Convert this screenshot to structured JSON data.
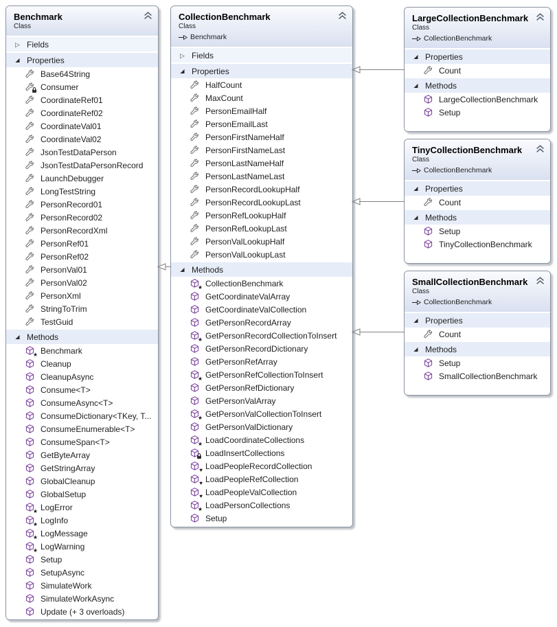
{
  "classes": [
    {
      "title": "Benchmark",
      "kind": "Class",
      "base": null,
      "sections": [
        {
          "label": "Fields",
          "collapsed": true,
          "items": []
        },
        {
          "label": "Properties",
          "collapsed": false,
          "items": [
            {
              "name": "Base64String",
              "icon": "property"
            },
            {
              "name": "Consumer",
              "icon": "property",
              "adornment": "lock"
            },
            {
              "name": "CoordinateRef01",
              "icon": "property"
            },
            {
              "name": "CoordinateRef02",
              "icon": "property"
            },
            {
              "name": "CoordinateVal01",
              "icon": "property"
            },
            {
              "name": "CoordinateVal02",
              "icon": "property"
            },
            {
              "name": "JsonTestDataPerson",
              "icon": "property"
            },
            {
              "name": "JsonTestDataPersonRecord",
              "icon": "property"
            },
            {
              "name": "LaunchDebugger",
              "icon": "property"
            },
            {
              "name": "LongTestString",
              "icon": "property"
            },
            {
              "name": "PersonRecord01",
              "icon": "property"
            },
            {
              "name": "PersonRecord02",
              "icon": "property"
            },
            {
              "name": "PersonRecordXml",
              "icon": "property"
            },
            {
              "name": "PersonRef01",
              "icon": "property"
            },
            {
              "name": "PersonRef02",
              "icon": "property"
            },
            {
              "name": "PersonVal01",
              "icon": "property"
            },
            {
              "name": "PersonVal02",
              "icon": "property"
            },
            {
              "name": "PersonXml",
              "icon": "property"
            },
            {
              "name": "StringToTrim",
              "icon": "property"
            },
            {
              "name": "TestGuid",
              "icon": "property"
            }
          ]
        },
        {
          "label": "Methods",
          "collapsed": false,
          "items": [
            {
              "name": "Benchmark",
              "icon": "method",
              "adornment": "star"
            },
            {
              "name": "Cleanup",
              "icon": "method"
            },
            {
              "name": "CleanupAsync",
              "icon": "method"
            },
            {
              "name": "Consume<T>",
              "icon": "method"
            },
            {
              "name": "ConsumeAsync<T>",
              "icon": "method"
            },
            {
              "name": "ConsumeDictionary<TKey, T...",
              "icon": "method"
            },
            {
              "name": "ConsumeEnumerable<T>",
              "icon": "method"
            },
            {
              "name": "ConsumeSpan<T>",
              "icon": "method"
            },
            {
              "name": "GetByteArray",
              "icon": "method"
            },
            {
              "name": "GetStringArray",
              "icon": "method"
            },
            {
              "name": "GlobalCleanup",
              "icon": "method"
            },
            {
              "name": "GlobalSetup",
              "icon": "method"
            },
            {
              "name": "LogError",
              "icon": "method",
              "adornment": "star"
            },
            {
              "name": "LogInfo",
              "icon": "method",
              "adornment": "star"
            },
            {
              "name": "LogMessage",
              "icon": "method",
              "adornment": "star"
            },
            {
              "name": "LogWarning",
              "icon": "method",
              "adornment": "star"
            },
            {
              "name": "Setup",
              "icon": "method"
            },
            {
              "name": "SetupAsync",
              "icon": "method"
            },
            {
              "name": "SimulateWork",
              "icon": "method"
            },
            {
              "name": "SimulateWorkAsync",
              "icon": "method"
            },
            {
              "name": "Update (+ 3 overloads)",
              "icon": "method"
            }
          ]
        }
      ]
    },
    {
      "title": "CollectionBenchmark",
      "kind": "Class",
      "base": "Benchmark",
      "sections": [
        {
          "label": "Fields",
          "collapsed": true,
          "items": []
        },
        {
          "label": "Properties",
          "collapsed": false,
          "items": [
            {
              "name": "HalfCount",
              "icon": "property"
            },
            {
              "name": "MaxCount",
              "icon": "property"
            },
            {
              "name": "PersonEmailHalf",
              "icon": "property"
            },
            {
              "name": "PersonEmailLast",
              "icon": "property"
            },
            {
              "name": "PersonFirstNameHalf",
              "icon": "property"
            },
            {
              "name": "PersonFirstNameLast",
              "icon": "property"
            },
            {
              "name": "PersonLastNameHalf",
              "icon": "property"
            },
            {
              "name": "PersonLastNameLast",
              "icon": "property"
            },
            {
              "name": "PersonRecordLookupHalf",
              "icon": "property"
            },
            {
              "name": "PersonRecordLookupLast",
              "icon": "property"
            },
            {
              "name": "PersonRefLookupHalf",
              "icon": "property"
            },
            {
              "name": "PersonRefLookupLast",
              "icon": "property"
            },
            {
              "name": "PersonValLookupHalf",
              "icon": "property"
            },
            {
              "name": "PersonValLookupLast",
              "icon": "property"
            }
          ]
        },
        {
          "label": "Methods",
          "collapsed": false,
          "items": [
            {
              "name": "CollectionBenchmark",
              "icon": "method",
              "adornment": "star"
            },
            {
              "name": "GetCoordinateValArray",
              "icon": "method"
            },
            {
              "name": "GetCoordinateValCollection",
              "icon": "method"
            },
            {
              "name": "GetPersonRecordArray",
              "icon": "method"
            },
            {
              "name": "GetPersonRecordCollectionToInsert",
              "icon": "method",
              "adornment": "star"
            },
            {
              "name": "GetPersonRecordDictionary",
              "icon": "method"
            },
            {
              "name": "GetPersonRefArray",
              "icon": "method"
            },
            {
              "name": "GetPersonRefCollectionToInsert",
              "icon": "method",
              "adornment": "star"
            },
            {
              "name": "GetPersonRefDictionary",
              "icon": "method"
            },
            {
              "name": "GetPersonValArray",
              "icon": "method"
            },
            {
              "name": "GetPersonValCollectionToInsert",
              "icon": "method",
              "adornment": "star"
            },
            {
              "name": "GetPersonValDictionary",
              "icon": "method"
            },
            {
              "name": "LoadCoordinateCollections",
              "icon": "method",
              "adornment": "star"
            },
            {
              "name": "LoadInsertCollections",
              "icon": "method",
              "adornment": "lock"
            },
            {
              "name": "LoadPeopleRecordCollection",
              "icon": "method",
              "adornment": "heart"
            },
            {
              "name": "LoadPeopleRefCollection",
              "icon": "method",
              "adornment": "heart"
            },
            {
              "name": "LoadPeopleValCollection",
              "icon": "method",
              "adornment": "heart"
            },
            {
              "name": "LoadPersonCollections",
              "icon": "method",
              "adornment": "star"
            },
            {
              "name": "Setup",
              "icon": "method"
            }
          ]
        }
      ]
    },
    {
      "title": "LargeCollectionBenchmark",
      "kind": "Class",
      "base": "CollectionBenchmark",
      "sections": [
        {
          "label": "Properties",
          "collapsed": false,
          "items": [
            {
              "name": "Count",
              "icon": "property"
            }
          ]
        },
        {
          "label": "Methods",
          "collapsed": false,
          "items": [
            {
              "name": "LargeCollectionBenchmark",
              "icon": "method"
            },
            {
              "name": "Setup",
              "icon": "method"
            }
          ]
        }
      ]
    },
    {
      "title": "TinyCollectionBenchmark",
      "kind": "Class",
      "base": "CollectionBenchmark",
      "sections": [
        {
          "label": "Properties",
          "collapsed": false,
          "items": [
            {
              "name": "Count",
              "icon": "property"
            }
          ]
        },
        {
          "label": "Methods",
          "collapsed": false,
          "items": [
            {
              "name": "Setup",
              "icon": "method"
            },
            {
              "name": "TinyCollectionBenchmark",
              "icon": "method"
            }
          ]
        }
      ]
    },
    {
      "title": "SmallCollectionBenchmark",
      "kind": "Class",
      "base": "CollectionBenchmark",
      "sections": [
        {
          "label": "Properties",
          "collapsed": false,
          "items": [
            {
              "name": "Count",
              "icon": "property"
            }
          ]
        },
        {
          "label": "Methods",
          "collapsed": false,
          "items": [
            {
              "name": "Setup",
              "icon": "method"
            },
            {
              "name": "SmallCollectionBenchmark",
              "icon": "method"
            }
          ]
        }
      ]
    }
  ],
  "icons": {
    "property": "wrench-icon",
    "method": "cube-icon",
    "collapse_button": "double-chevron-up-icon",
    "inherits": "open-arrow-right-icon",
    "collapsed_section": "triangle-right-outline-icon",
    "expanded_section": "triangle-southeast-filled-icon",
    "star": "star-adornment-icon",
    "lock": "lock-adornment-icon",
    "heart": "heart-adornment-icon"
  },
  "colors": {
    "header_gradient_top": "#fafbfe",
    "header_gradient_bottom": "#d9e0f0",
    "section_row_bg": "#e6edf8",
    "collapsed_section_row_bg": "#f0f4fb",
    "box_border": "#8a93a1",
    "method_icon_purple": "#7a3e9d",
    "property_icon_gray": "#5f6368",
    "connector_gray": "#808080"
  }
}
